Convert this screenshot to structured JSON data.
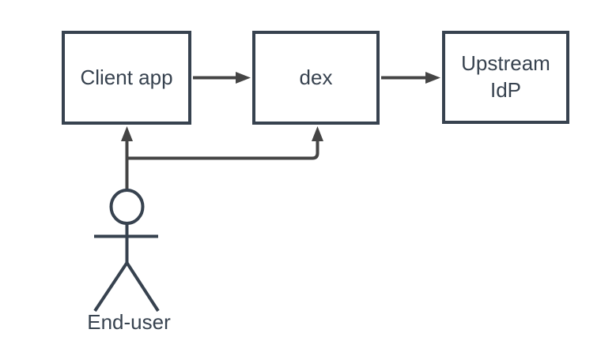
{
  "diagram": {
    "type": "flow-architecture-diagram",
    "colors": {
      "background": "#ffffff",
      "node_stroke": "#37424F",
      "node_fill": "#ffffff",
      "connector": "#454545",
      "text": "#37424F"
    },
    "nodes": [
      {
        "id": "client-app",
        "label": "Client app"
      },
      {
        "id": "dex",
        "label": "dex"
      },
      {
        "id": "upstream-idp",
        "label": "Upstream IdP"
      }
    ],
    "actor": {
      "id": "end-user",
      "label": "End-user"
    },
    "edges": [
      {
        "from": "Client app",
        "to": "dex",
        "style": "arrow-right"
      },
      {
        "from": "dex",
        "to": "Upstream IdP",
        "style": "arrow-right"
      },
      {
        "from": "End-user",
        "to": "Client app",
        "style": "arrow-up"
      },
      {
        "from": "End-user",
        "to": "dex",
        "style": "elbow-arrow-up"
      }
    ]
  }
}
